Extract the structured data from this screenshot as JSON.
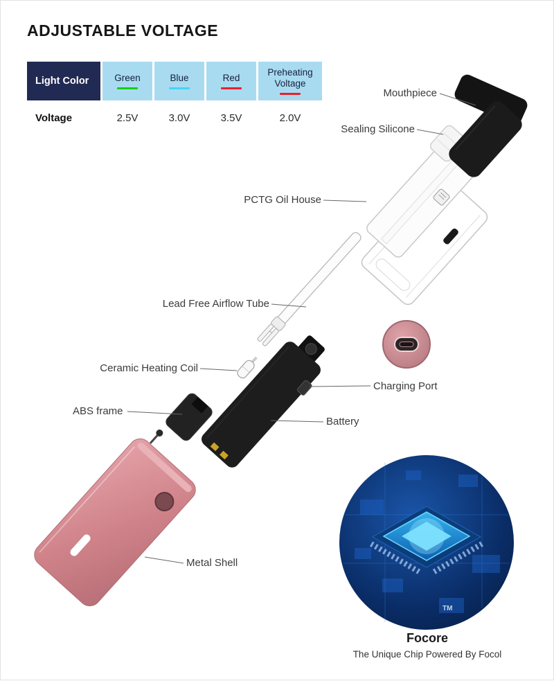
{
  "title": "ADJUSTABLE VOLTAGE",
  "table": {
    "row_header": "Light Color",
    "voltage_header": "Voltage",
    "columns": [
      {
        "label": "Green",
        "line": "green",
        "voltage": "2.5V"
      },
      {
        "label": "Blue",
        "line": "blue",
        "voltage": "3.0V"
      },
      {
        "label": "Red",
        "line": "red",
        "voltage": "3.5V"
      },
      {
        "label": "Preheating Voltage",
        "line": "red",
        "voltage": "2.0V"
      }
    ]
  },
  "part_labels": {
    "mouthpiece": "Mouthpiece",
    "sealing_silicone": "Sealing Silicone",
    "pctg_oil_house": "PCTG Oil House",
    "airflow_tube": "Lead Free Airflow Tube",
    "ceramic_coil": "Ceramic Heating Coil",
    "charging_port": "Charging Port",
    "abs_frame": "ABS frame",
    "battery": "Battery",
    "metal_shell": "Metal Shell"
  },
  "chip": {
    "trademark": "TM",
    "name": "Focore",
    "tagline": "The Unique Chip Powered By Focol"
  },
  "colors": {
    "header-navy": "#212a52",
    "header-blue": "#a9dbf0",
    "line-green": "#17cf17",
    "line-blue": "#45d4f7",
    "line-red": "#e8212b",
    "rose": "#cf8289",
    "chip-navy": "#0a2d67"
  }
}
